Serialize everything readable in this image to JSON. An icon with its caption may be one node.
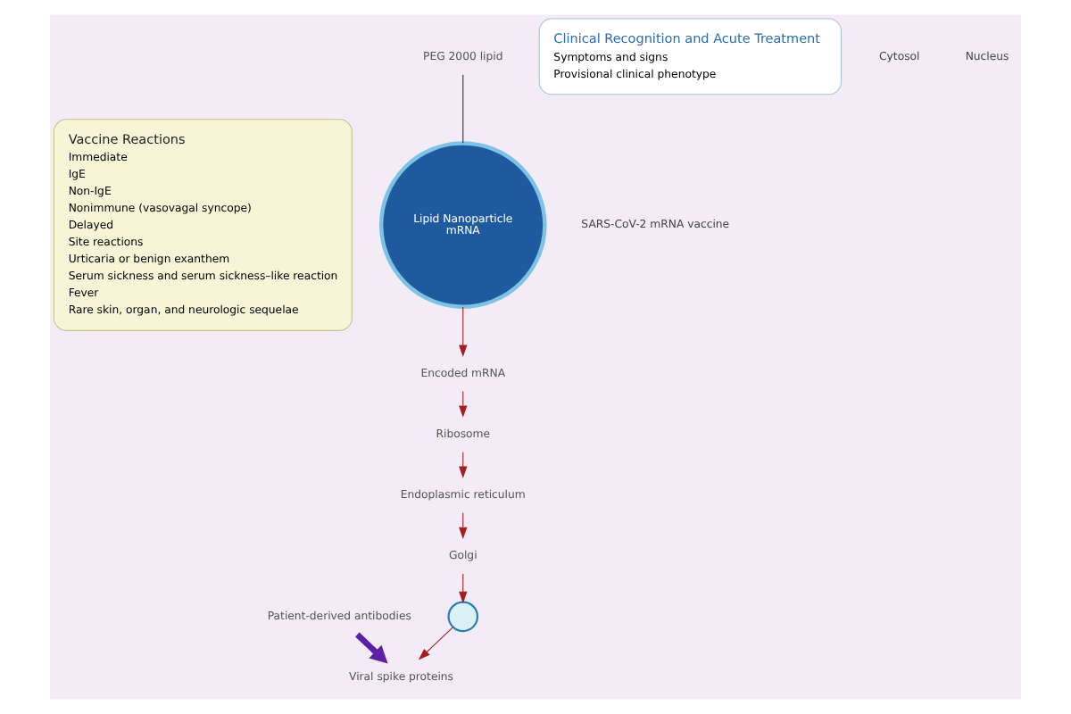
{
  "diagram": {
    "nodes": [
      {
        "text": [
          "Vaccine Reactions",
          "Immediate",
          "IgE",
          "Non-IgE",
          "Nonimmune (vasovagal syncope)",
          "Delayed",
          "Site reactions",
          "Urticaria or benign exanthem",
          "Serum sickness and serum sickness–like reaction",
          "Fever",
          "Rare skin, organ, and neurologic sequelae"
        ]
      },
      {
        "text": [
          "Lipid Nanoparticle",
          "mRNA"
        ]
      },
      {
        "text": [
          "PEG 2000 lipid"
        ]
      },
      {
        "text": [
          "Encoded mRNA"
        ]
      },
      {
        "text": [
          "Ribosome"
        ]
      },
      {
        "text": [
          "Endoplasmic reticulum"
        ]
      },
      {
        "text": [
          "Golgi"
        ]
      },
      {
        "text": [],
        "shape": "circle"
      },
      {
        "text": [
          "Viral spike proteins"
        ]
      },
      {
        "text": [
          "Patient-derived antibodies"
        ]
      },
      {
        "text": [
          "Clinical Recognition and Acute Treatment",
          "Symptoms and signs",
          "Provisional clinical phenotype"
        ]
      }
    ],
    "edges": [
      {
        "from": 2,
        "to": 1,
        "arrow": "none",
        "color": "#333333"
      },
      {
        "from": 1,
        "to": 3,
        "arrow": "to"
      },
      {
        "from": 3,
        "to": 4,
        "arrow": "to"
      },
      {
        "from": 4,
        "to": 5,
        "arrow": "to"
      },
      {
        "from": 5,
        "to": 6,
        "arrow": "to"
      },
      {
        "from": 6,
        "to": 7,
        "arrow": "to"
      },
      {
        "from": 7,
        "to": 8,
        "arrow": "to"
      },
      {
        "from": 9,
        "to": 8,
        "arrow": "to",
        "style": "thick",
        "color": "#5b1fa8"
      }
    ],
    "labels": [
      "SARS-CoV-2 mRNA vaccine",
      "Cytosol",
      "Nucleus"
    ]
  }
}
